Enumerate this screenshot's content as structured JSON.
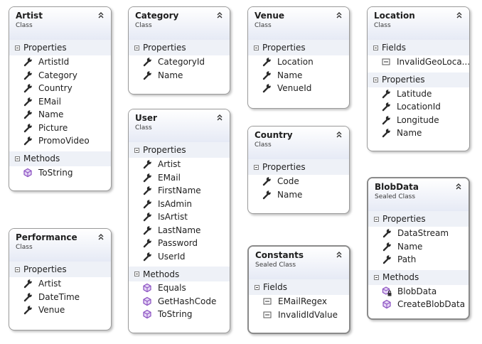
{
  "classes": [
    {
      "name": "Artist",
      "kind": "Class",
      "sections": [
        {
          "label": "Properties",
          "items": [
            {
              "icon": "wrench-icon",
              "text": "ArtistId"
            },
            {
              "icon": "wrench-icon",
              "text": "Category"
            },
            {
              "icon": "wrench-icon",
              "text": "Country"
            },
            {
              "icon": "wrench-icon",
              "text": "EMail"
            },
            {
              "icon": "wrench-icon",
              "text": "Name"
            },
            {
              "icon": "wrench-icon",
              "text": "Picture"
            },
            {
              "icon": "wrench-icon",
              "text": "PromoVideo"
            }
          ]
        },
        {
          "label": "Methods",
          "items": [
            {
              "icon": "method-icon",
              "text": "ToString"
            }
          ]
        }
      ]
    },
    {
      "name": "Category",
      "kind": "Class",
      "sections": [
        {
          "label": "Properties",
          "items": [
            {
              "icon": "wrench-icon",
              "text": "CategoryId"
            },
            {
              "icon": "wrench-icon",
              "text": "Name"
            }
          ]
        }
      ]
    },
    {
      "name": "Venue",
      "kind": "Class",
      "sections": [
        {
          "label": "Properties",
          "items": [
            {
              "icon": "wrench-icon",
              "text": "Location"
            },
            {
              "icon": "wrench-icon",
              "text": "Name"
            },
            {
              "icon": "wrench-icon",
              "text": "VenueId"
            }
          ]
        }
      ]
    },
    {
      "name": "Location",
      "kind": "Class",
      "sections": [
        {
          "label": "Fields",
          "items": [
            {
              "icon": "field-icon",
              "text": "InvalidGeoLoca..."
            }
          ]
        },
        {
          "label": "Properties",
          "items": [
            {
              "icon": "wrench-icon",
              "text": "Latitude"
            },
            {
              "icon": "wrench-icon",
              "text": "LocationId"
            },
            {
              "icon": "wrench-icon",
              "text": "Longitude"
            },
            {
              "icon": "wrench-icon",
              "text": "Name"
            }
          ]
        }
      ]
    },
    {
      "name": "User",
      "kind": "Class",
      "sections": [
        {
          "label": "Properties",
          "items": [
            {
              "icon": "wrench-icon",
              "text": "Artist"
            },
            {
              "icon": "wrench-icon",
              "text": "EMail"
            },
            {
              "icon": "wrench-icon",
              "text": "FirstName"
            },
            {
              "icon": "wrench-icon",
              "text": "IsAdmin"
            },
            {
              "icon": "wrench-icon",
              "text": "IsArtist"
            },
            {
              "icon": "wrench-icon",
              "text": "LastName"
            },
            {
              "icon": "wrench-icon",
              "text": "Password"
            },
            {
              "icon": "wrench-icon",
              "text": "UserId"
            }
          ]
        },
        {
          "label": "Methods",
          "items": [
            {
              "icon": "method-icon",
              "text": "Equals"
            },
            {
              "icon": "method-icon",
              "text": "GetHashCode"
            },
            {
              "icon": "method-icon",
              "text": "ToString"
            }
          ]
        }
      ]
    },
    {
      "name": "Country",
      "kind": "Class",
      "sections": [
        {
          "label": "Properties",
          "items": [
            {
              "icon": "wrench-icon",
              "text": "Code"
            },
            {
              "icon": "wrench-icon",
              "text": "Name"
            }
          ]
        }
      ]
    },
    {
      "name": "BlobData",
      "kind": "Sealed Class",
      "sections": [
        {
          "label": "Properties",
          "items": [
            {
              "icon": "wrench-icon",
              "text": "DataStream"
            },
            {
              "icon": "wrench-icon",
              "text": "Name"
            },
            {
              "icon": "wrench-icon",
              "text": "Path"
            }
          ]
        },
        {
          "label": "Methods",
          "items": [
            {
              "icon": "private-method-icon",
              "text": "BlobData"
            },
            {
              "icon": "method-icon",
              "text": "CreateBlobData"
            }
          ]
        }
      ]
    },
    {
      "name": "Performance",
      "kind": "Class",
      "sections": [
        {
          "label": "Properties",
          "items": [
            {
              "icon": "wrench-icon",
              "text": "Artist"
            },
            {
              "icon": "wrench-icon",
              "text": "DateTime"
            },
            {
              "icon": "wrench-icon",
              "text": "Venue"
            }
          ]
        }
      ]
    },
    {
      "name": "Constants",
      "kind": "Sealed Class",
      "sections": [
        {
          "label": "Fields",
          "items": [
            {
              "icon": "field-icon",
              "text": "EMailRegex"
            },
            {
              "icon": "field-icon",
              "text": "InvalidIdValue"
            }
          ]
        }
      ]
    }
  ],
  "colors": {
    "header_gradient_end": "#e6eaf5",
    "section_bg": "#eef1f7",
    "method_icon": "#8a4fc1"
  }
}
